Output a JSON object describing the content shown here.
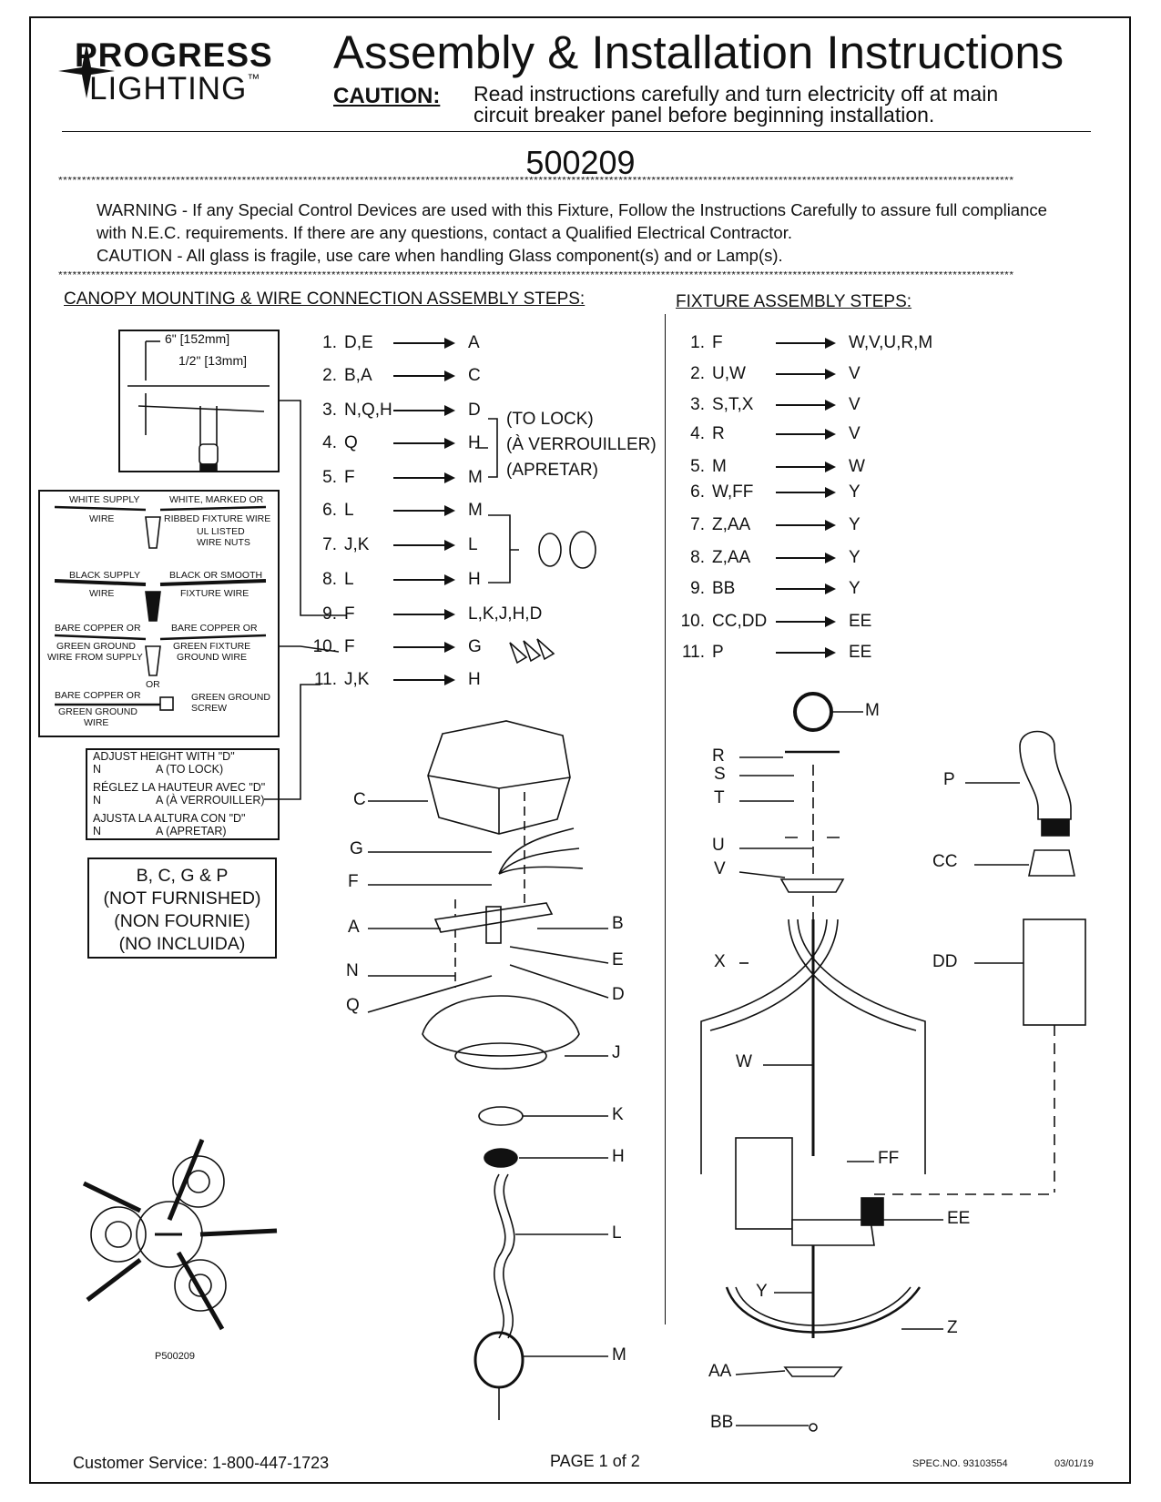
{
  "brand": {
    "line1": "PROGRESS",
    "line2": "LIGHTING",
    "tm": "™"
  },
  "header": {
    "title": "Assembly & Installation Instructions",
    "caution_label": "CAUTION:",
    "caution_text": "Read instructions carefully and turn electricity off at main circuit breaker panel before beginning installation."
  },
  "model_number": "500209",
  "warning": {
    "line1": "WARNING - If any Special Control Devices are used with this Fixture, Follow the Instructions Carefully to assure full compliance with N.E.C. requirements. If there are any questions, contact a Qualified Electrical Contractor.",
    "line2": "CAUTION - All glass is fragile, use care when handling Glass component(s) and or Lamp(s)."
  },
  "canopy_section": {
    "heading": "CANOPY MOUNTING & WIRE CONNECTION ASSEMBLY STEPS:",
    "steps": [
      {
        "n": "1.",
        "from": "D,E",
        "to": "A"
      },
      {
        "n": "2.",
        "from": "B,A",
        "to": "C"
      },
      {
        "n": "3.",
        "from": "N,Q,H",
        "to": "D"
      },
      {
        "n": "4.",
        "from": "Q",
        "to": "H"
      },
      {
        "n": "5.",
        "from": "F",
        "to": "M"
      },
      {
        "n": "6.",
        "from": "L",
        "to": "M"
      },
      {
        "n": "7.",
        "from": "J,K",
        "to": "L"
      },
      {
        "n": "8.",
        "from": "L",
        "to": "H"
      },
      {
        "n": "9.",
        "from": "F",
        "to": "L,K,J,H,D"
      },
      {
        "n": "10.",
        "from": "F",
        "to": "G"
      },
      {
        "n": "11.",
        "from": "J,K",
        "to": "H"
      }
    ],
    "lock_notes": [
      "(TO LOCK)",
      "(À VERROUILLER)",
      "(APRETAR)"
    ]
  },
  "fixture_section": {
    "heading": "FIXTURE ASSEMBLY STEPS:",
    "steps": [
      {
        "n": "1.",
        "from": "F",
        "to": "W,V,U,R,M"
      },
      {
        "n": "2.",
        "from": "U,W",
        "to": "V"
      },
      {
        "n": "3.",
        "from": "S,T,X",
        "to": "V"
      },
      {
        "n": "4.",
        "from": "R",
        "to": "V"
      },
      {
        "n": "5.",
        "from": "M",
        "to": "W"
      },
      {
        "n": "6.",
        "from": "W,FF",
        "to": "Y"
      },
      {
        "n": "7.",
        "from": "Z,AA",
        "to": "Y"
      },
      {
        "n": "8.",
        "from": "Z,AA",
        "to": "Y"
      },
      {
        "n": "9.",
        "from": "BB",
        "to": "Y"
      },
      {
        "n": "10.",
        "from": "CC,DD",
        "to": "EE"
      },
      {
        "n": "11.",
        "from": "P",
        "to": "EE"
      }
    ]
  },
  "dimensions": {
    "d1": "6\" [152mm]",
    "d2": "1/2\" [13mm]"
  },
  "wiring": {
    "white_supply": "WHITE SUPPLY",
    "wire": "WIRE",
    "white_marked": "WHITE, MARKED OR",
    "ribbed": "RIBBED FIXTURE WIRE",
    "ul1": "UL LISTED",
    "ul2": "WIRE NUTS",
    "black_supply": "BLACK SUPPLY",
    "black_smooth": "BLACK OR SMOOTH",
    "fixture_wire": "FIXTURE WIRE",
    "bare1": "BARE COPPER OR",
    "green_ground": "GREEN GROUND",
    "wire_from_supply": "WIRE FROM SUPPLY",
    "bare2": "BARE COPPER OR",
    "green_fixture": "GREEN FIXTURE",
    "ground_wire": "GROUND WIRE",
    "or": "OR",
    "bare3": "BARE COPPER OR",
    "green_ground_wire1": "GREEN GROUND",
    "green_ground_wire2": "WIRE",
    "green_screw1": "GREEN GROUND",
    "green_screw2": "SCREW"
  },
  "adjust": {
    "en": "ADJUST HEIGHT WITH \"D\"",
    "en_sub": "A (TO LOCK)",
    "fr": "RÉGLEZ LA HAUTEUR AVEC \"D\"",
    "fr_sub": "A (À VERROUILLER)",
    "es": "AJUSTA LA ALTURA CON \"D\"",
    "es_sub": "A (APRETAR)",
    "n": "N"
  },
  "not_furnished": [
    "B, C, G & P",
    "(NOT FURNISHED)",
    "(NON FOURNIE)",
    "(NO INCLUIDA)"
  ],
  "part_labels_left": [
    "C",
    "G",
    "F",
    "A",
    "N",
    "Q",
    "B",
    "E",
    "D",
    "J",
    "K",
    "H",
    "L",
    "M"
  ],
  "part_labels_right": [
    "M",
    "R",
    "S",
    "T",
    "U",
    "V",
    "X",
    "W",
    "FF",
    "EE",
    "Y",
    "Z",
    "AA",
    "BB",
    "P",
    "CC",
    "DD"
  ],
  "top_view_label": "P500209",
  "footer": {
    "service": "Customer Service: 1-800-447-1723",
    "page": "PAGE 1 of 2",
    "spec": "SPEC.NO.  93103554",
    "date": "03/01/19"
  }
}
